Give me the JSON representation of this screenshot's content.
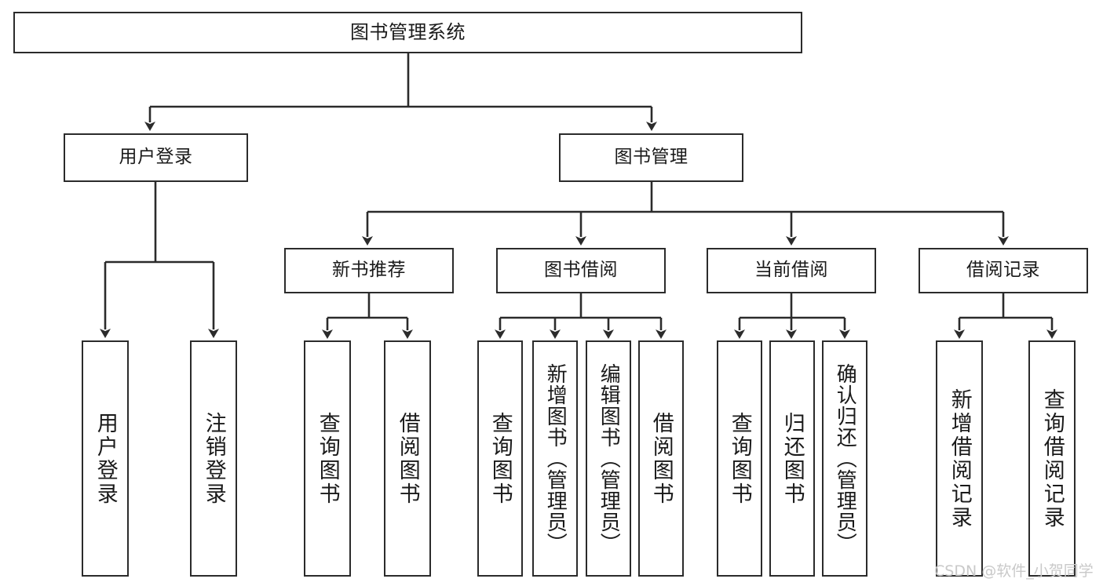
{
  "diagram": {
    "title": "图书管理系统",
    "type": "hierarchy-tree",
    "root": {
      "label": "图书管理系统"
    },
    "level2": [
      {
        "id": "user-login",
        "label": "用户登录"
      },
      {
        "id": "book-management",
        "label": "图书管理"
      }
    ],
    "level3": [
      {
        "id": "new-book-recommend",
        "label": "新书推荐",
        "parent": "book-management"
      },
      {
        "id": "book-borrow",
        "label": "图书借阅",
        "parent": "book-management"
      },
      {
        "id": "current-borrow",
        "label": "当前借阅",
        "parent": "book-management"
      },
      {
        "id": "borrow-record",
        "label": "借阅记录",
        "parent": "book-management"
      }
    ],
    "leaves": [
      {
        "id": "leaf-user-login",
        "label": "用户登录",
        "parent": "user-login"
      },
      {
        "id": "leaf-logout-login",
        "label": "注销登录",
        "parent": "user-login"
      },
      {
        "id": "leaf-query-book-1",
        "label": "查询图书",
        "parent": "new-book-recommend"
      },
      {
        "id": "leaf-borrow-book-1",
        "label": "借阅图书",
        "parent": "new-book-recommend"
      },
      {
        "id": "leaf-query-book-2",
        "label": "查询图书",
        "parent": "book-borrow"
      },
      {
        "id": "leaf-add-book-admin",
        "label": "新增图书（管理员）",
        "parent": "book-borrow"
      },
      {
        "id": "leaf-edit-book-admin",
        "label": "编辑图书（管理员）",
        "parent": "book-borrow"
      },
      {
        "id": "leaf-borrow-book-2",
        "label": "借阅图书",
        "parent": "book-borrow"
      },
      {
        "id": "leaf-query-book-3",
        "label": "查询图书",
        "parent": "current-borrow"
      },
      {
        "id": "leaf-return-book",
        "label": "归还图书",
        "parent": "current-borrow"
      },
      {
        "id": "leaf-confirm-return-admin",
        "label": "确认归还（管理员）",
        "parent": "current-borrow"
      },
      {
        "id": "leaf-add-borrow-record",
        "label": "新增借阅记录",
        "parent": "borrow-record"
      },
      {
        "id": "leaf-query-borrow-record",
        "label": "查询借阅记录",
        "parent": "borrow-record"
      }
    ],
    "watermark": "CSDN @软件_小贺同学",
    "colors": {
      "stroke": "#2b2b2b",
      "fill": "#ffffff",
      "text": "#1a1a1a",
      "watermark": "#c9c9c9"
    }
  }
}
